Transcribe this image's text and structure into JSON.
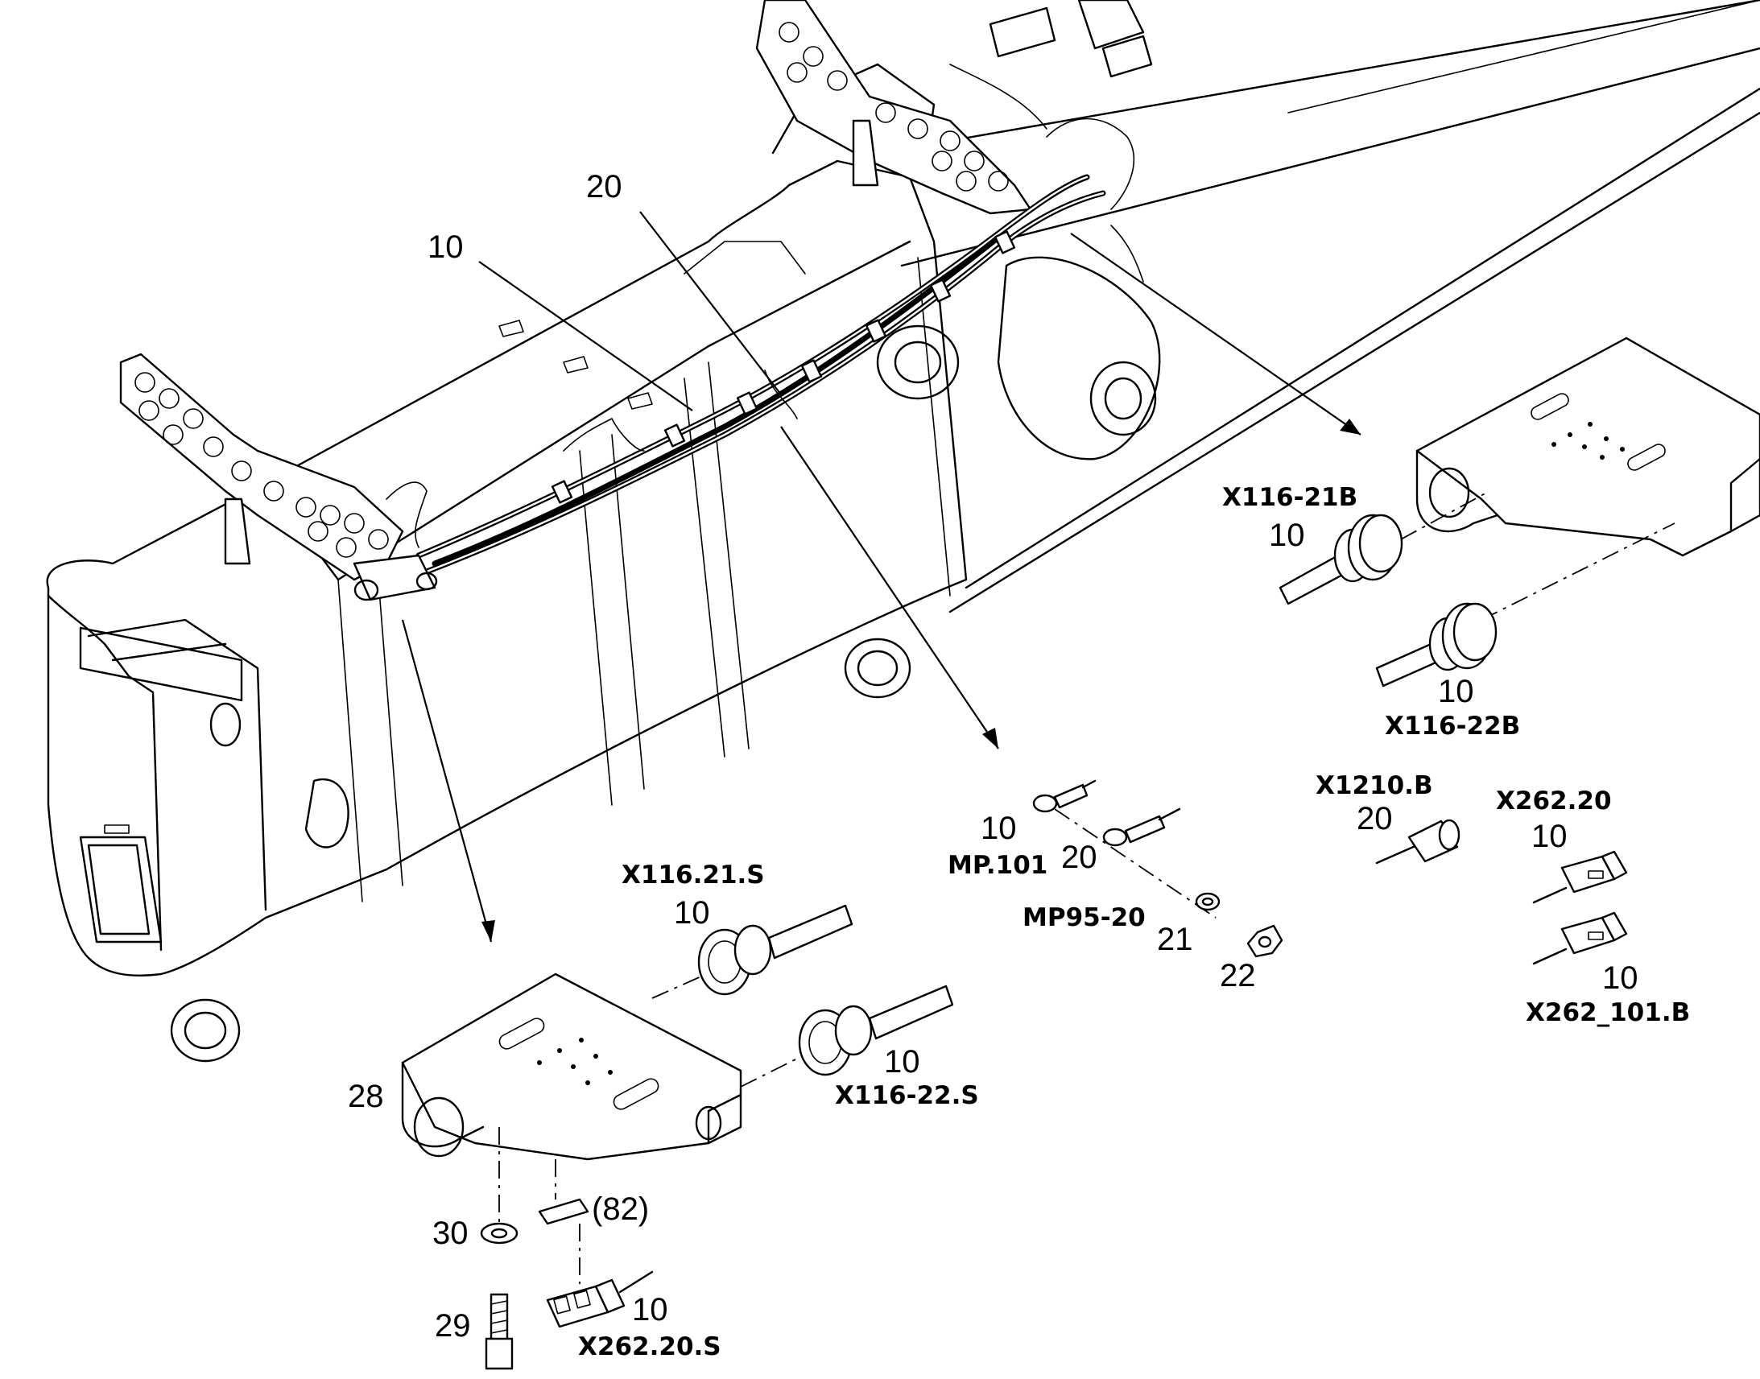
{
  "callouts": {
    "c10_top": "10",
    "c20_top": "20",
    "x116_21b_label": "X116-21B",
    "x116_21b_num": "10",
    "x116_22b_num": "10",
    "x116_22b_label": "X116-22B",
    "mp101_num": "10",
    "mp101_label": "MP.101",
    "mp95_num": "20",
    "mp95_label": "MP95-20",
    "n21": "21",
    "n22": "22",
    "x1210b_label": "X1210.B",
    "x1210b_num": "20",
    "x262_20_label": "X262.20",
    "x262_20_num": "10",
    "x262_101b_num": "10",
    "x262_101b_label": "X262_101.B",
    "x116_21s_label": "X116.21.S",
    "x116_21s_num": "10",
    "x116_22s_num": "10",
    "x116_22s_label": "X116-22.S",
    "n28": "28",
    "n82": "(82)",
    "n30": "30",
    "n29": "29",
    "x262_20s_num": "10",
    "x262_20s_label": "X262.20.S"
  }
}
